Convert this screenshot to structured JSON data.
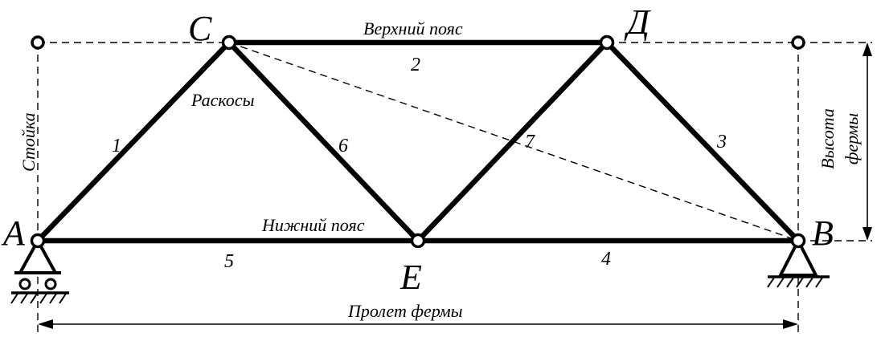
{
  "nodes": {
    "A": "A",
    "B": "B",
    "C": "C",
    "D": "Д",
    "E": "E"
  },
  "members": {
    "m1": "1",
    "m2": "2",
    "m3": "3",
    "m4": "4",
    "m5": "5",
    "m6": "6",
    "m7": "7"
  },
  "labels": {
    "top_chord": "Верхний пояс",
    "bottom_chord": "Нижний пояс",
    "diagonals": "Раскосы",
    "post": "Стойка",
    "height_line1": "Высота",
    "height_line2": "фермы",
    "span": "Пролет фермы"
  }
}
